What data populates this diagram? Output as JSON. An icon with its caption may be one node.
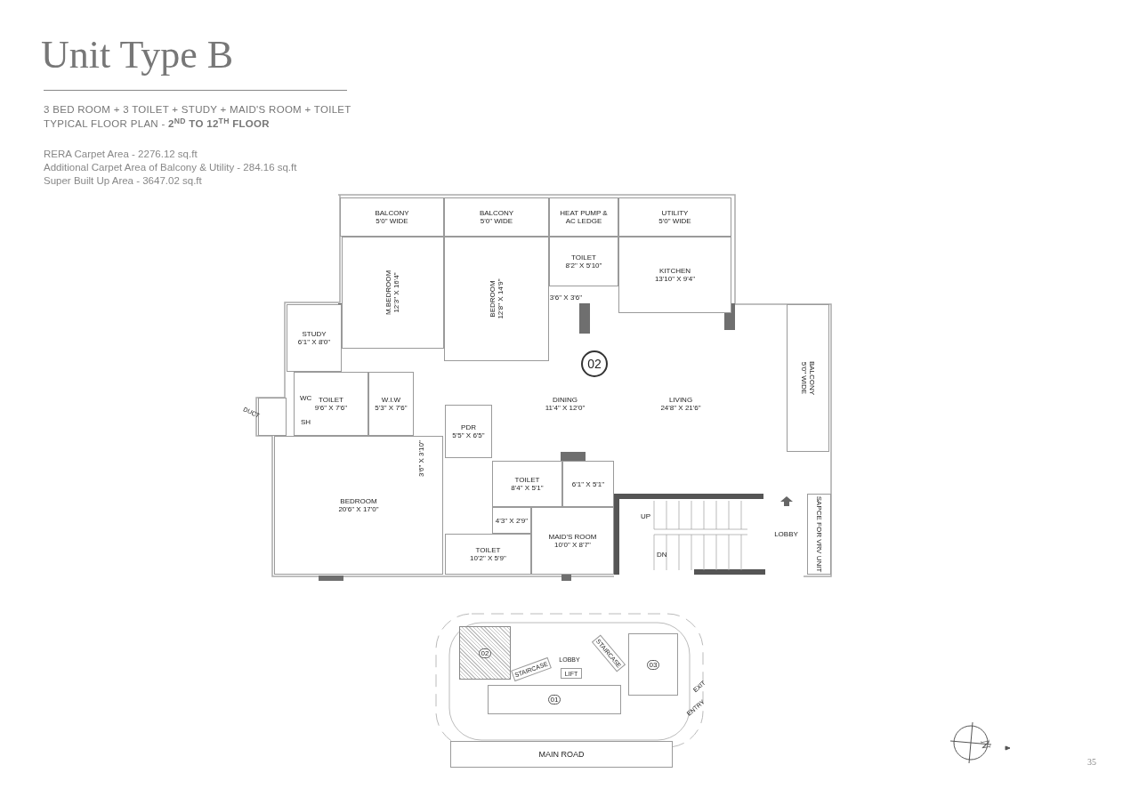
{
  "diagram": {
    "title": "Unit Type B",
    "nodes": [
      {
        "text": [
          "BALCONY",
          "5'0\" WIDE"
        ]
      },
      {
        "text": [
          "BALCONY",
          "5'0\" WIDE"
        ]
      },
      {
        "text": [
          "HEAT PUMP & AC LEDGE"
        ]
      },
      {
        "text": [
          "UTILITY",
          "5'0\" WIDE"
        ]
      },
      {
        "text": [
          "M.BEDROOM",
          "12'3\" X 16'4\""
        ]
      },
      {
        "text": [
          "BEDROOM",
          "12'8\" X 14'9\""
        ]
      },
      {
        "text": [
          "TOILET",
          "8'2\" X 5'10\""
        ]
      },
      {
        "text": [
          "3'6\" X 3'6\""
        ]
      },
      {
        "text": [
          "KITCHEN",
          "13'10\" X 9'4\""
        ]
      },
      {
        "text": [
          "STUDY",
          "6'1\" X 8'0\""
        ]
      },
      {
        "text": [
          "TOILET",
          "9'6\" X 7'6\""
        ]
      },
      {
        "text": [
          "W.I.W",
          "5'3\" X 7'6\""
        ]
      },
      {
        "text": [],
        "shape": "box"
      },
      {
        "text": [
          "02"
        ]
      },
      {
        "text": [
          "DINING",
          "11'4\" X 12'0\""
        ]
      },
      {
        "text": [
          "LIVING",
          "24'8\" X 21'6\""
        ]
      },
      {
        "text": [
          "BALCONY",
          "5'0\" WIDE"
        ]
      },
      {
        "text": [
          "PDR",
          "5'5\" X 6'5\""
        ]
      },
      {
        "text": [
          "BEDROOM",
          "20'6\" X 17'0\""
        ]
      },
      {
        "text": [
          "TOILET",
          "8'4\" X 5'1\""
        ]
      },
      {
        "text": [
          "6'1\" X 5'1\""
        ]
      },
      {
        "text": [
          "4'3\" X 2'9\""
        ]
      },
      {
        "text": [
          "TOILET",
          "10'2\" X 5'9\""
        ]
      },
      {
        "text": [
          "MAID'S ROOM",
          "10'0\" X 8'7\""
        ]
      },
      {
        "text": [],
        "shape": "box"
      },
      {
        "text": [
          "LOBBY"
        ]
      },
      {
        "text": [
          "SAPCE FOR VRV UNIT"
        ]
      },
      {
        "text": [
          "02"
        ]
      },
      {
        "text": [
          "STAIRCASE"
        ]
      },
      {
        "text": [
          "LOBBY"
        ]
      },
      {
        "text": [
          "LIFT"
        ]
      },
      {
        "text": [
          "STAIRCASE"
        ]
      },
      {
        "text": [
          "03"
        ]
      },
      {
        "text": [
          "01"
        ]
      },
      {
        "text": [
          "MAIN ROAD"
        ]
      }
    ],
    "labels": [
      "3 BED ROOM + 3 TOILET + STUDY + MAID'S ROOM + TOILET",
      "TYPICAL FLOOR PLAN - **2$^{ND}$ TO 12$^{TH}$ FLOOR**",
      "RERA Carpet Area - 2276.12 sq.ft",
      "Additional Carpet Area of Balcony & Utility - 284.16 sq.ft",
      "Super Built Up Area - 3647.02 sq.ft",
      "WC",
      "SH",
      "DUCT",
      "3'6\" X 3'10\"",
      "UP",
      "DN",
      "EXIT",
      "ENTRY",
      "N",
      "35"
    ]
  }
}
